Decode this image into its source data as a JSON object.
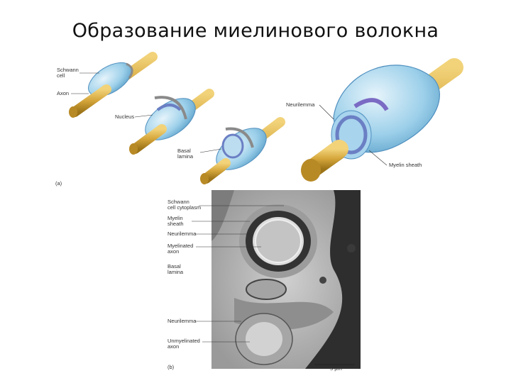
{
  "title": "Образование миелинового волокна",
  "panel_a": {
    "label": "(a)",
    "schwann_cell": "Schwann\ncell",
    "axon": "Axon",
    "nucleus": "Nucleus",
    "basal_lamina": "Basal\nlamina",
    "neurilemma": "Neurilemma",
    "myelin_sheath": "Myelin sheath"
  },
  "panel_b": {
    "label": "(b)",
    "schwann_cytoplasm": "Schwann\ncell cytoplasm",
    "myelin_sheath": "Myelin\nsheath",
    "neurilemma_1": "Neurilemma",
    "myelinated_axon": "Myelinated\naxon",
    "basal_lamina": "Basal\nlamina",
    "neurilemma_2": "Neurilemma",
    "unmyelinated_axon": "Unmyelinated\naxon",
    "scale": "5 µm"
  },
  "colors": {
    "axon": "#d4a53a",
    "schwann": "#8fc6e6",
    "myelin_band": "#6b7fc4",
    "micrograph_bg": "#b8b8b8"
  }
}
